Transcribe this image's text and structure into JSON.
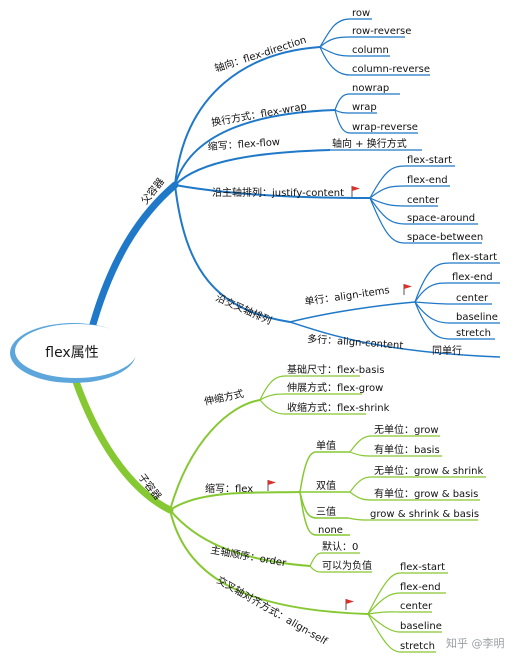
{
  "root": {
    "label": "flex属性"
  },
  "parent": {
    "label": "父容器",
    "direction": {
      "label": "轴向：flex-direction",
      "items": [
        "row",
        "row-reverse",
        "column",
        "column-reverse"
      ]
    },
    "wrap": {
      "label": "换行方式：flex-wrap",
      "items": [
        "nowrap",
        "wrap",
        "wrap-reverse"
      ]
    },
    "flow": {
      "label": "缩写：flex-flow",
      "value": "轴向 + 换行方式"
    },
    "justify": {
      "label": "沿主轴排列：justify-content",
      "items": [
        "flex-start",
        "flex-end",
        "center",
        "space-around",
        "space-between"
      ]
    },
    "cross": {
      "label": "沿交叉轴排列",
      "single": {
        "label": "单行：align-items",
        "items": [
          "flex-start",
          "flex-end",
          "center",
          "baseline",
          "stretch"
        ]
      },
      "multi": {
        "label": "多行：align-content",
        "value": "同单行"
      }
    }
  },
  "child": {
    "label": "子容器",
    "scale": {
      "label": "伸缩方式",
      "items": [
        "基础尺寸：flex-basis",
        "伸展方式：flex-grow",
        "收缩方式：flex-shrink"
      ]
    },
    "flex": {
      "label": "缩写：flex",
      "single": {
        "label": "单值",
        "items": [
          "无单位：grow",
          "有单位：basis"
        ]
      },
      "double": {
        "label": "双值",
        "items": [
          "无单位：grow & shrink",
          "有单位：grow & basis"
        ]
      },
      "triple": {
        "label": "三值",
        "value": "grow & shrink & basis"
      },
      "none": "none"
    },
    "order": {
      "label": "主轴顺序：order",
      "items": [
        "默认：0",
        "可以为负值"
      ]
    },
    "alignSelf": {
      "label": "交叉轴对齐方式：align-self",
      "items": [
        "flex-start",
        "flex-end",
        "center",
        "baseline",
        "stretch"
      ]
    }
  },
  "watermark": "知乎 @李明",
  "colors": {
    "parentBranch": "#1f78c8",
    "childBranch": "#86c832",
    "flag": "#d9322b"
  }
}
